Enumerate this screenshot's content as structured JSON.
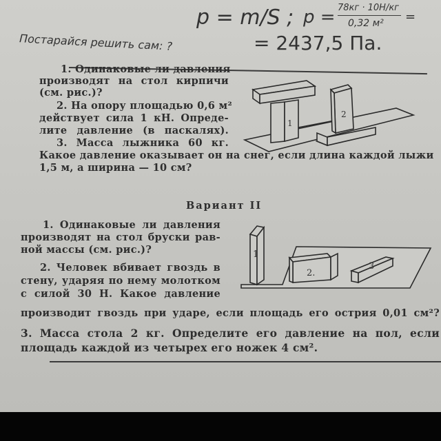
{
  "handwriting": {
    "formula_1": "p = m/S ;",
    "formula_2_label": "p =",
    "formula_2_numerator": "78кг · 10Н/кг",
    "formula_2_denominator": "0,32 м²",
    "formula_2_eq": "=",
    "prompt": "Постарайся решить сам: ?",
    "result": "= 2437,5 Па."
  },
  "variant1": {
    "lines": [
      "1. Одинаковые ли давления",
      "производят на стол кирпичи",
      "(см. рис.)?",
      "2. На опору площадью 0,6 м²",
      "действует сила 1 кН. Опреде-",
      "лите давление (в паскалях).",
      "3. Масса лыжника 60 кг.",
      "Какое давление оказывает он на снег, если длина каждой лыжи",
      "1,5 м, а ширина — 10 см?"
    ],
    "figure_labels": [
      "1",
      "2"
    ]
  },
  "variant2": {
    "title": "Вариант II",
    "lines": [
      "1. Одинаковые ли давления",
      "производят на стол бруски рав-",
      "ной массы (см. рис.)?",
      "2. Человек вбивает гвоздь в",
      "стену, ударяя по нему молотком",
      "с силой 30 Н. Какое давление",
      "производит гвоздь при ударе, если площадь его острия 0,01 см²?",
      "3. Масса стола 2 кг. Определите его давление на пол, если",
      "площадь каждой из четырех его ножек 4 см²."
    ],
    "figure_labels": [
      "1",
      "2.",
      "3"
    ]
  }
}
